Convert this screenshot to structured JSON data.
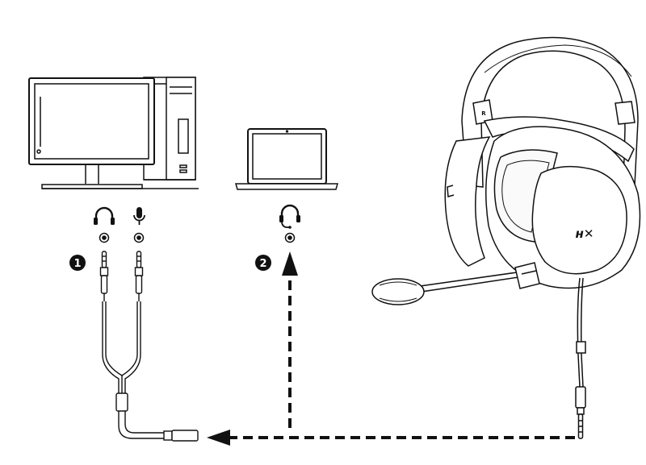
{
  "steps": [
    {
      "number": "1",
      "target": "desktop-pc"
    },
    {
      "number": "2",
      "target": "laptop"
    }
  ],
  "ports": {
    "desktop": [
      "headphone-icon",
      "microphone-icon"
    ],
    "laptop": [
      "headset-icon"
    ]
  },
  "headset": {
    "brand_mark": "ʜ✕",
    "side_mark": "R"
  },
  "colors": {
    "line": "#111111",
    "background": "#ffffff",
    "badge": "#111111"
  }
}
